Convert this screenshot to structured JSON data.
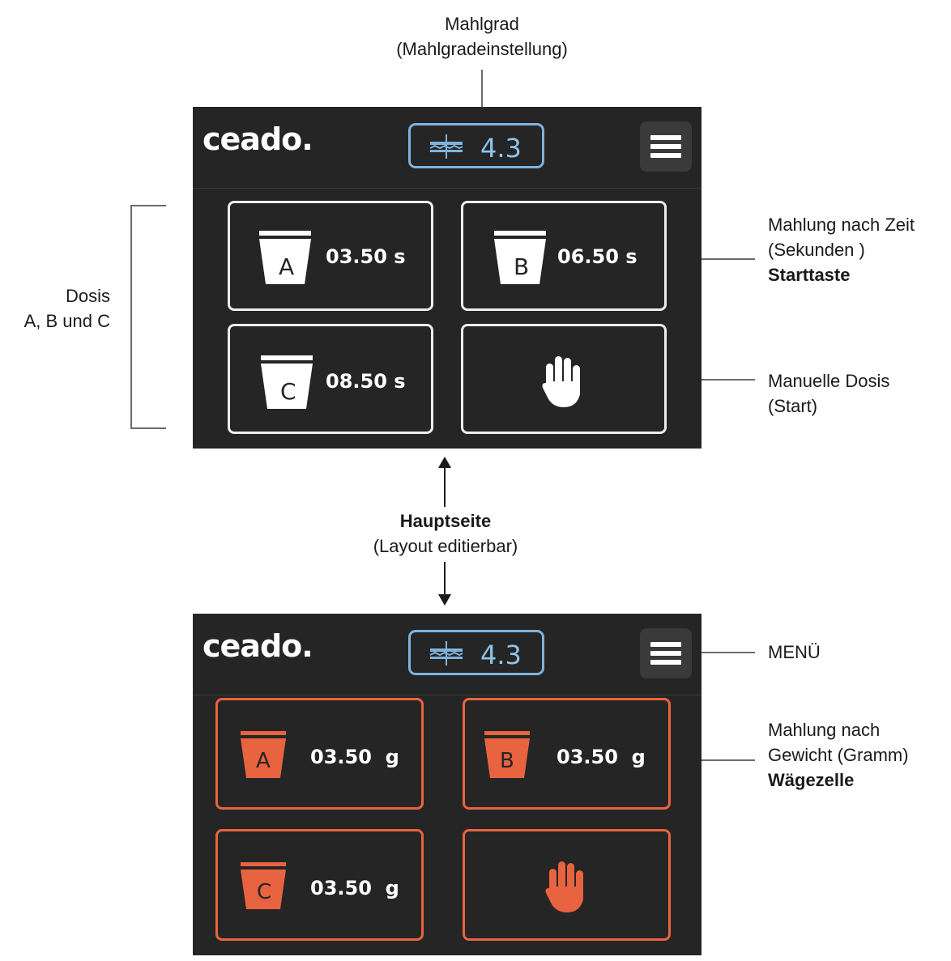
{
  "annotations": {
    "grind": {
      "line1": "Mahlgrad",
      "line2": "(Mahlgradeinstellung)"
    },
    "dose": {
      "line1": "Dosis",
      "line2": "A, B und C"
    },
    "time_mode": {
      "line1": "Mahlung nach Zeit",
      "line2": "(Sekunden )",
      "line3": "Starttaste"
    },
    "manual": {
      "line1": "Manuelle Dosis",
      "line2": "(Start)"
    },
    "main_page": {
      "line1": "Hauptseite",
      "line2": "(Layout editierbar)"
    },
    "menu": {
      "label": "MENÜ"
    },
    "weight_mode": {
      "line1": "Mahlung nach",
      "line2": "Gewicht (Gramm)",
      "line3": "Wägezelle"
    }
  },
  "screen_time": {
    "logo": "ceado.",
    "grind_value": "4.3",
    "doses": [
      {
        "letter": "A",
        "value": "03.50 s"
      },
      {
        "letter": "B",
        "value": "06.50 s"
      },
      {
        "letter": "C",
        "value": "08.50 s"
      }
    ]
  },
  "screen_weight": {
    "logo": "ceado.",
    "grind_value": "4.3",
    "doses": [
      {
        "letter": "A",
        "value": "03.50  g"
      },
      {
        "letter": "B",
        "value": "03.50  g"
      },
      {
        "letter": "C",
        "value": "03.50  g"
      }
    ]
  },
  "colors": {
    "screen_bg": "#252525",
    "grind_accent": "#8ec4ea",
    "time_mode_accent": "#ffffff",
    "weight_mode_accent": "#e8633f"
  }
}
